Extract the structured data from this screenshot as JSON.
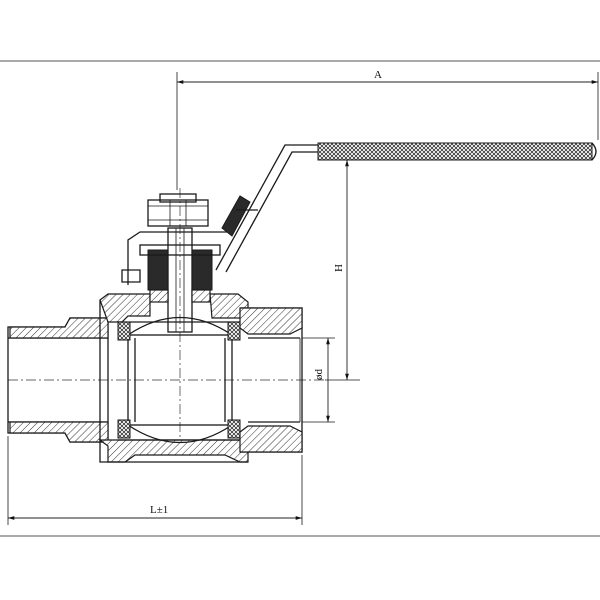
{
  "dimensions": {
    "a_label": "A",
    "h_label": "H",
    "d_label": "ød",
    "l_label": "L±1"
  },
  "colors": {
    "line": "#1a1a1a",
    "background": "#ffffff"
  }
}
